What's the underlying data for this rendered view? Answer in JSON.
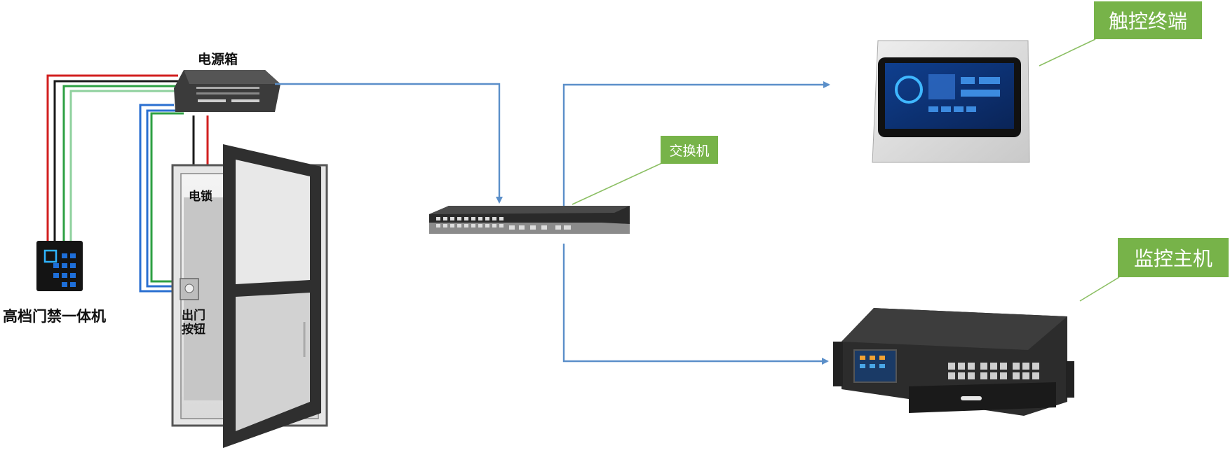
{
  "labels": {
    "power_box": "电源箱",
    "electric_lock": "电锁",
    "exit_button_line1": "出门",
    "exit_button_line2": "按钮",
    "access_controller": "高档门禁一体机"
  },
  "tags": {
    "switch": "交换机",
    "touch_terminal": "触控终端",
    "monitor_host": "监控主机"
  },
  "colors": {
    "connector": "#5b8fc9",
    "tag_bg": "#77b349",
    "tag_text": "#ffffff",
    "wire_red": "#d21f1f",
    "wire_black": "#1a1a1a",
    "wire_green": "#2ea043",
    "wire_blue": "#2a6fd1"
  }
}
